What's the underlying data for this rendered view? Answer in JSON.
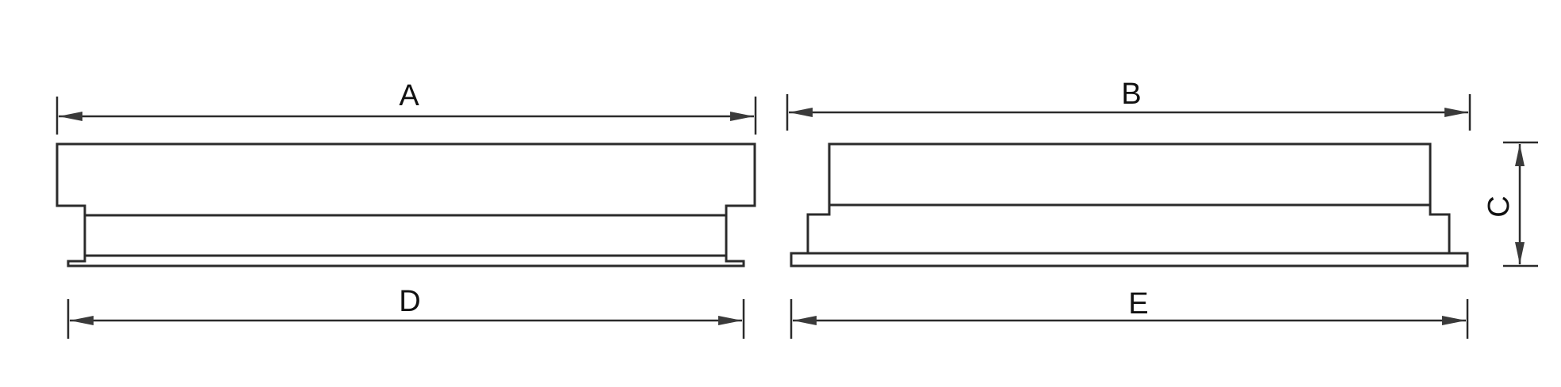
{
  "dimensions": {
    "a": "A",
    "b": "B",
    "c": "C",
    "d": "D",
    "e": "E"
  },
  "colors": {
    "line": "#2b2b2b",
    "background": "#ffffff"
  }
}
